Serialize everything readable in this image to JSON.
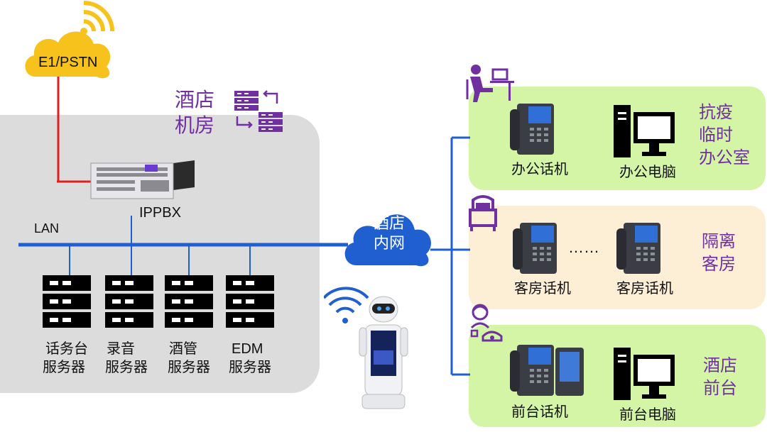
{
  "pstn": {
    "label": "E1/PSTN"
  },
  "machine_room": {
    "title_line1": "酒店",
    "title_line2": "机房"
  },
  "ippbx": {
    "label": "IPPBX"
  },
  "lan": {
    "label": "LAN"
  },
  "servers": [
    {
      "line1": "话务台",
      "line2": "服务器"
    },
    {
      "line1": "录音",
      "line2": "服务器"
    },
    {
      "line1": "酒管",
      "line2": "服务器"
    },
    {
      "line1": "EDM",
      "line2": "服务器"
    }
  ],
  "intranet": {
    "line1": "酒店",
    "line2": "内网"
  },
  "zones": {
    "office": {
      "title": "抗疫\n临时\n办公室",
      "phone_label": "办公话机",
      "pc_label": "办公电脑",
      "color": "#d4f5a6"
    },
    "isolation": {
      "title": "隔离\n客房",
      "phone1_label": "客房话机",
      "phone2_label": "客房话机",
      "ellipsis": "……",
      "color": "#fdeed6"
    },
    "front_desk": {
      "title": "酒店\n前台",
      "phone_label": "前台话机",
      "pc_label": "前台电脑",
      "color": "#d4f5a6"
    }
  },
  "colors": {
    "accent": "#7030a0",
    "network_blue": "#1f5fd0",
    "pstn_line": "#e02020",
    "cloud_yellow": "#f7c21c"
  },
  "icons": [
    "wifi-signal-icon",
    "server-rack-icon",
    "server-sync-icon",
    "desk-worker-icon",
    "bed-icon",
    "receptionist-icon",
    "robot-icon",
    "ip-phone-icon",
    "desktop-pc-icon"
  ]
}
